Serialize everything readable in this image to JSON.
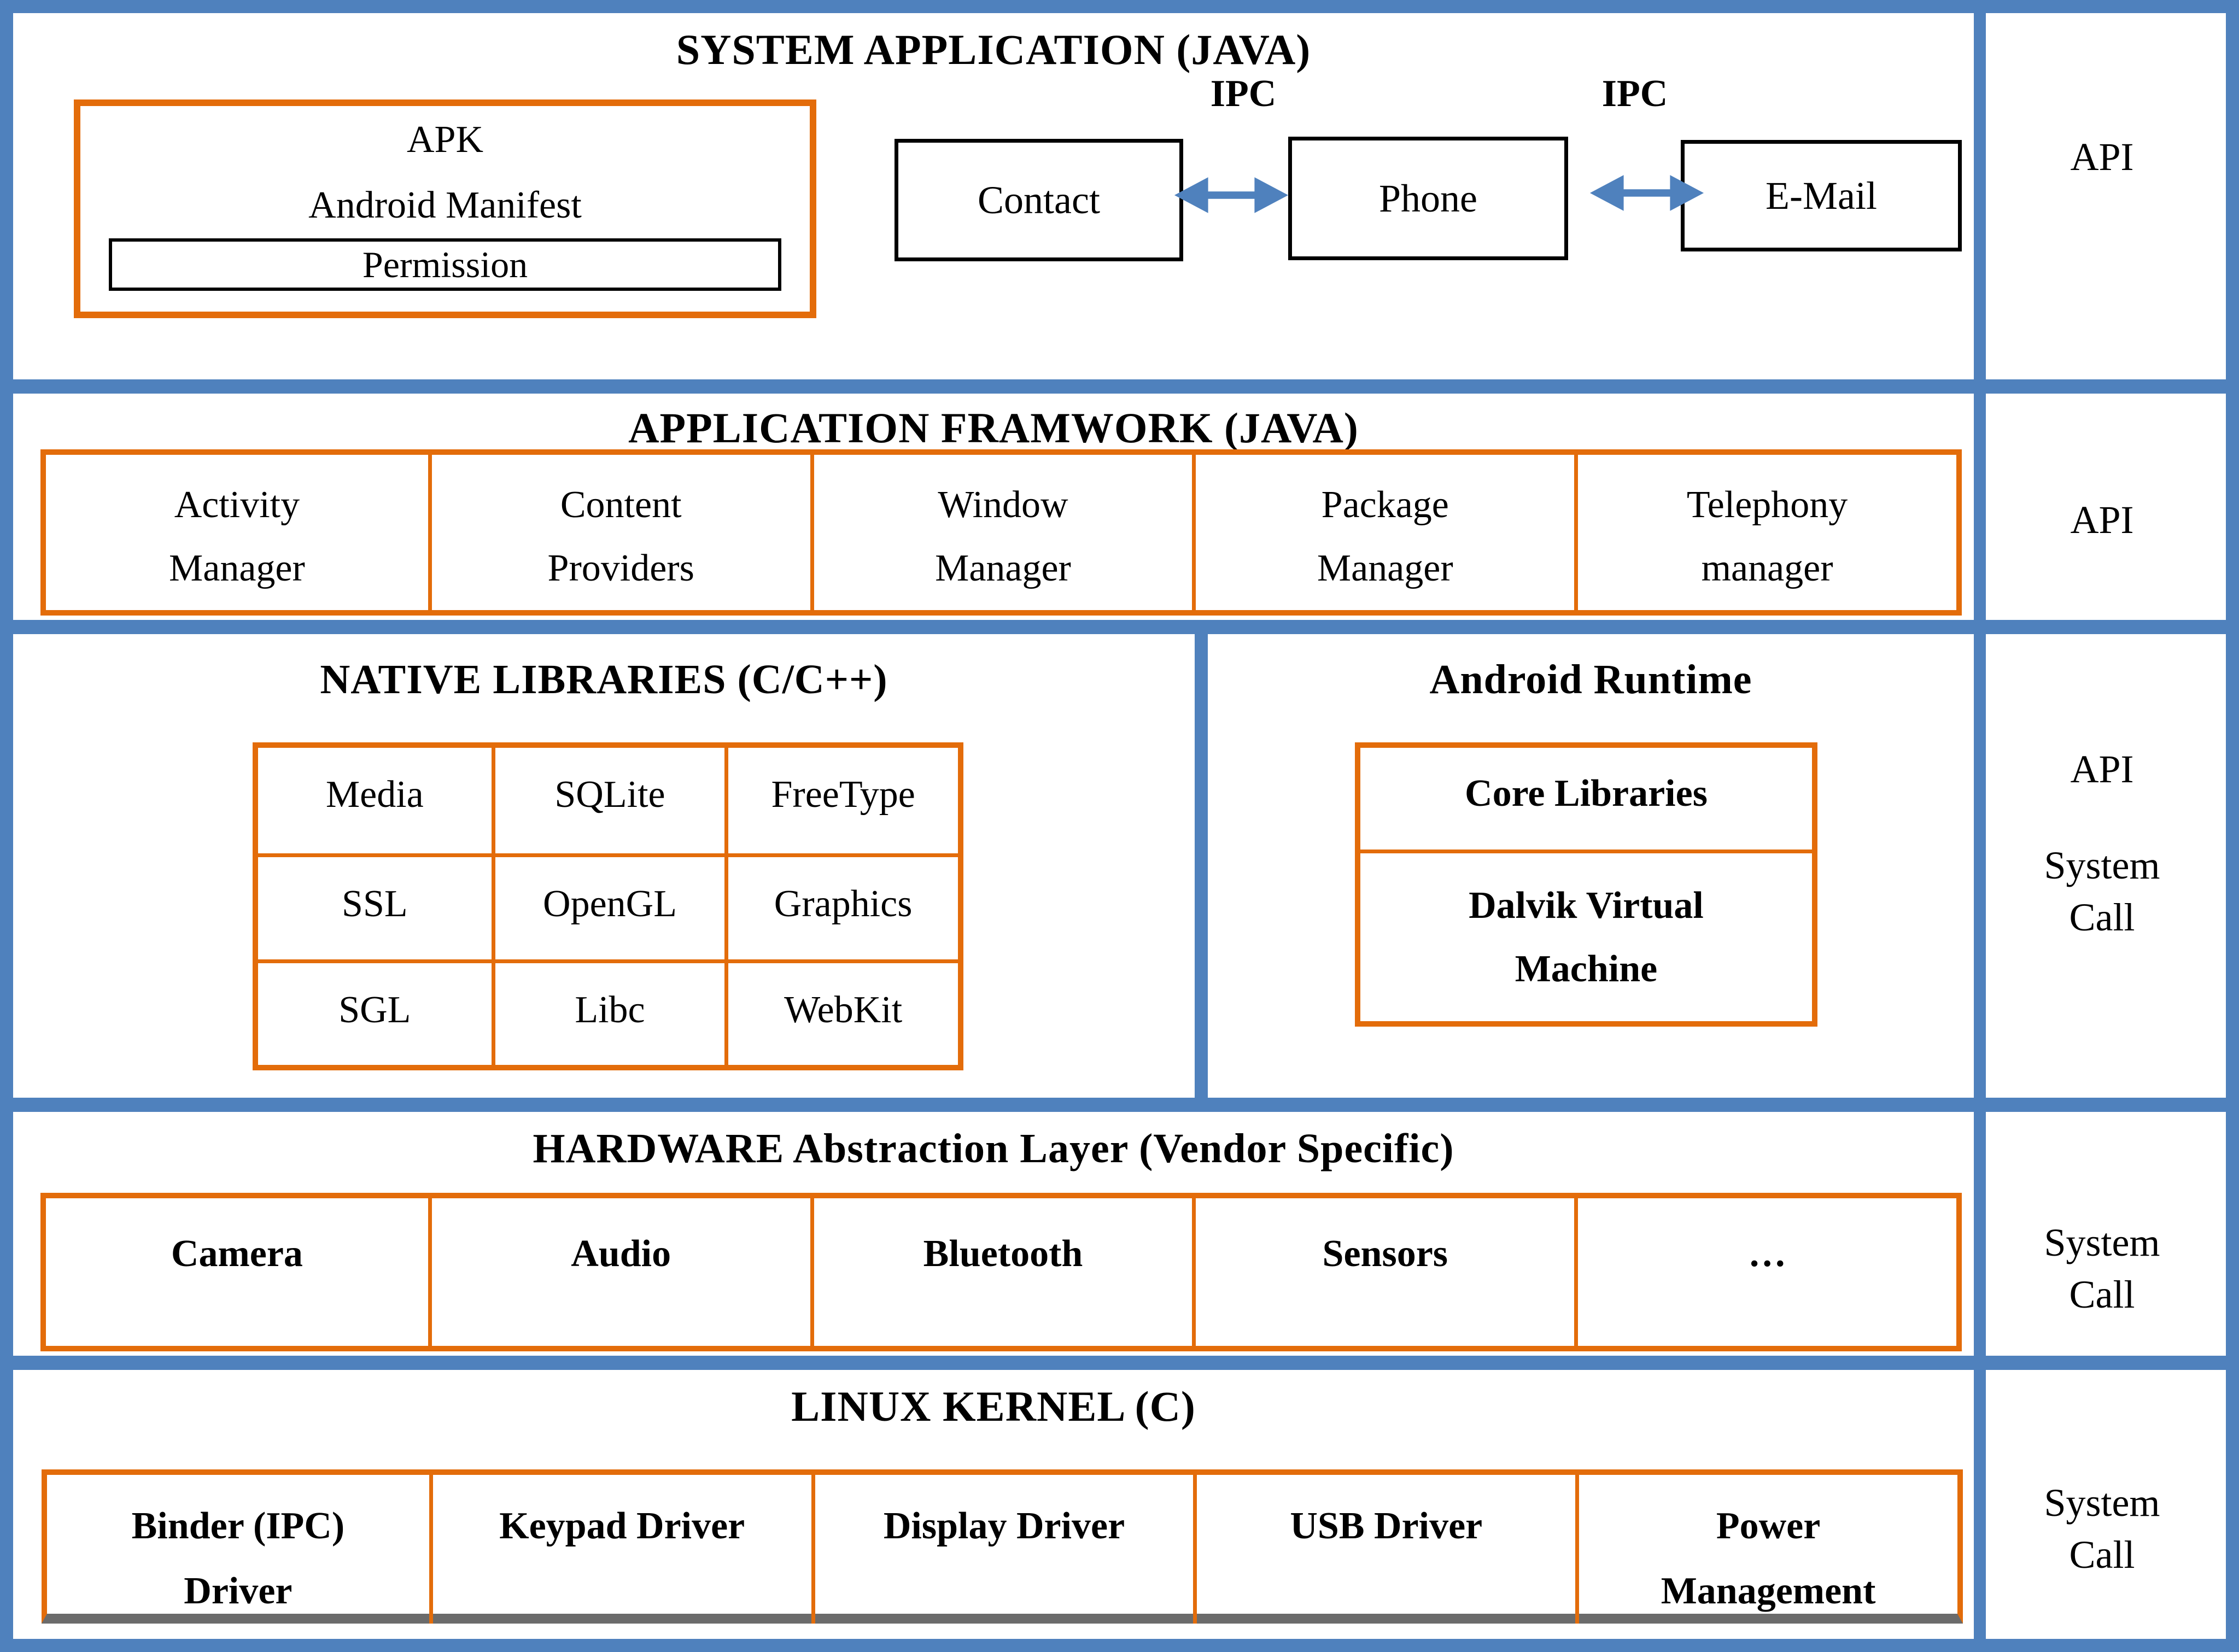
{
  "diagram": {
    "colors": {
      "frame_blue": "#4f81bd",
      "accent_orange": "#e36c0a",
      "shadow_gray": "#6b6b6b",
      "box_black": "#000000"
    },
    "system_application": {
      "title": "SYSTEM APPLICATION (JAVA)",
      "apk": {
        "label": "APK",
        "manifest": "Android Manifest",
        "permission": "Permission"
      },
      "ipc_left": "IPC",
      "ipc_right": "IPC",
      "apps": {
        "contact": "Contact",
        "phone": "Phone",
        "email": "E-Mail"
      },
      "side": "API"
    },
    "application_framework": {
      "title": "APPLICATION FRAMWORK (JAVA)",
      "cells": [
        "Activity\nManager",
        "Content\nProviders",
        "Window\nManager",
        "Package\nManager",
        "Telephony\nmanager"
      ],
      "side": "API"
    },
    "native_libraries": {
      "title": "NATIVE LIBRARIES (C/C++)",
      "cells": [
        "Media",
        "SQLite",
        "FreeType",
        "SSL",
        "OpenGL",
        "Graphics",
        "SGL",
        "Libc",
        "WebKit"
      ]
    },
    "android_runtime": {
      "title": "Android Runtime",
      "cells": [
        "Core Libraries",
        "Dalvik Virtual\nMachine"
      ],
      "side_api": "API",
      "side_syscall": "System\nCall"
    },
    "hal": {
      "title": "HARDWARE Abstraction Layer (Vendor Specific)",
      "cells": [
        "Camera",
        "Audio",
        "Bluetooth",
        "Sensors",
        "…"
      ],
      "side": "System\nCall"
    },
    "linux_kernel": {
      "title": "LINUX KERNEL (C)",
      "cells": [
        "Binder (IPC)\nDriver",
        "Keypad Driver",
        "Display Driver",
        "USB Driver",
        "Power\nManagement"
      ],
      "side": "System\nCall"
    }
  }
}
